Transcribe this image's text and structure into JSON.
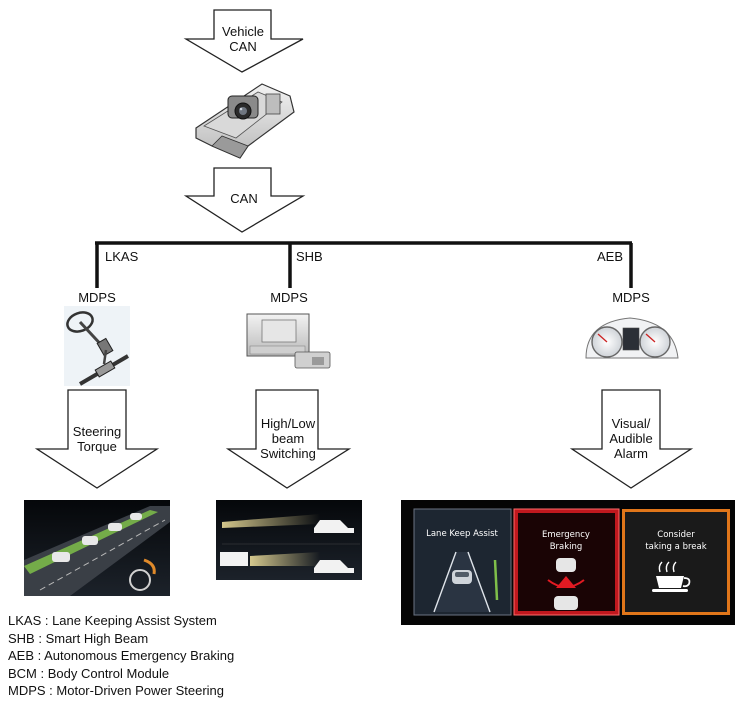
{
  "arrows": {
    "vehicle_can": [
      "Vehicle",
      "CAN"
    ],
    "can": "CAN",
    "steering_torque": [
      "Steering",
      "Torque"
    ],
    "beam_switching": [
      "High/Low",
      "beam",
      "Switching"
    ],
    "alarm": [
      "Visual/",
      "Audible",
      "Alarm"
    ]
  },
  "branches": {
    "lkas": "LKAS",
    "shb": "SHB",
    "aeb": "AEB"
  },
  "modules": {
    "left": "MDPS",
    "middle": "MDPS",
    "right": "MDPS"
  },
  "display_panels": {
    "lane_keep": "Lane Keep Assist",
    "emergency": [
      "Emergency",
      "Braking"
    ],
    "break": [
      "Consider",
      "taking a break"
    ]
  },
  "legend": [
    "LKAS : Lane Keeping Assist System",
    "SHB : Smart High Beam",
    "AEB : Autonomous Emergency Braking",
    "BCM : Body Control Module",
    "MDPS : Motor-Driven Power Steering"
  ],
  "colors": {
    "road": "#3a3f46",
    "lane_green": "#7fbf4a",
    "lkas_panel": "#1d2631",
    "aeb_panel": "#c0181e",
    "break_panel": "#e0761a"
  }
}
